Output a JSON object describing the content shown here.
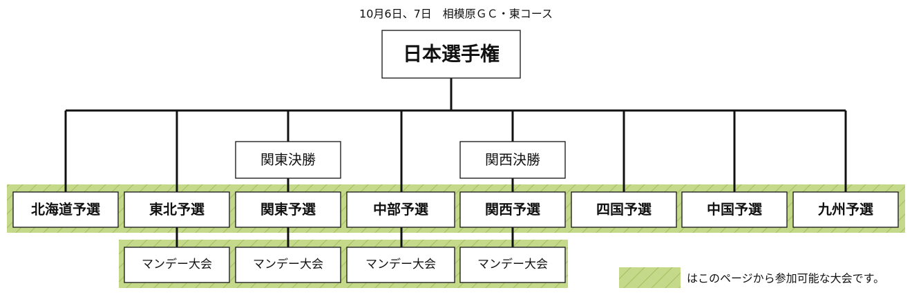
{
  "caption": "10月6日、7日　相模原ＧＣ・東コース",
  "top": {
    "label": "日本選手権"
  },
  "finals": [
    {
      "label": "関東決勝"
    },
    {
      "label": "関西決勝"
    }
  ],
  "qualifiers": [
    {
      "label": "北海道予選"
    },
    {
      "label": "東北予選"
    },
    {
      "label": "関東予選"
    },
    {
      "label": "中部予選"
    },
    {
      "label": "関西予選"
    },
    {
      "label": "四国予選"
    },
    {
      "label": "中国予選"
    },
    {
      "label": "九州予選"
    }
  ],
  "mondays": [
    {
      "label": "マンデー大会"
    },
    {
      "label": "マンデー大会"
    },
    {
      "label": "マンデー大会"
    },
    {
      "label": "マンデー大会"
    }
  ],
  "legend": {
    "label": "はこのページから参加可能な大会です。"
  },
  "colors": {
    "highlight": "#c5d98a",
    "hatch_line": "#a9c266",
    "line": "#111111"
  }
}
